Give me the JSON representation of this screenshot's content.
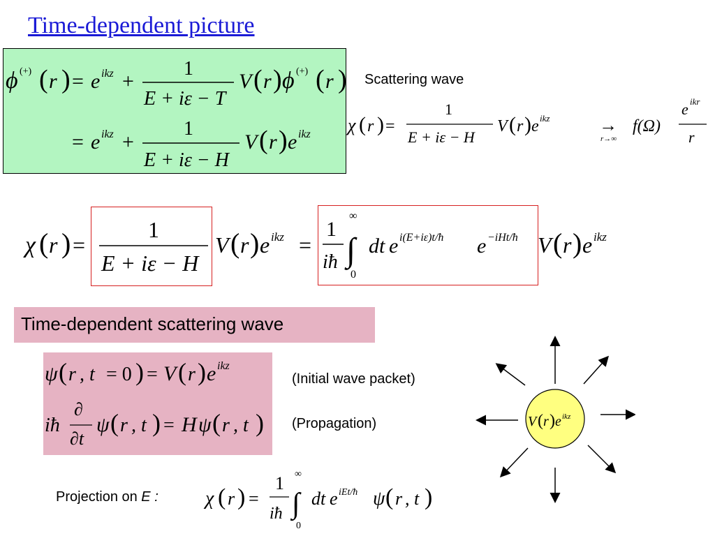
{
  "title": "Time-dependent picture",
  "labels": {
    "scattering_wave": "Scattering wave",
    "td_scattering_wave": "Time-dependent scattering wave",
    "initial_packet": "(Initial wave packet)",
    "propagation": "(Propagation)",
    "projection_prefix": "Projection on ",
    "projection_var": "E :"
  },
  "math": {
    "phi": "ϕ",
    "chi": "χ",
    "psi": "ψ",
    "r_vec": "r⃗",
    "plus_sup": "(+)",
    "e": "e",
    "ikz": "ikz",
    "ikr": "ikr",
    "one": "1",
    "E_ie_T": "E + iε − T",
    "E_ie_H": "E + iε − H",
    "V": "V",
    "r": "r",
    "eq": "=",
    "plus": "+",
    "f_omega": "f(Ω)",
    "arrow": "→",
    "r_to_inf": "r→∞",
    "i_hbar": "iħ",
    "dt": "dt",
    "exp_ie": "i(E+iε)t/ħ",
    "exp_iHt": "−iHt/ħ",
    "exp_iEt": "iEt/ħ",
    "inf": "∞",
    "zero": "0",
    "integral": "∫",
    "t_eq_0": "t = 0",
    "comma_t": ", t",
    "partial": "∂",
    "partial_t": "∂t",
    "H": "H"
  },
  "colors": {
    "title": "#1a1ad6",
    "green_box": "#b3f5c1",
    "red_box": "#d62020",
    "pink_box": "#e6b3c3",
    "yellow_circle": "#ffff80"
  }
}
